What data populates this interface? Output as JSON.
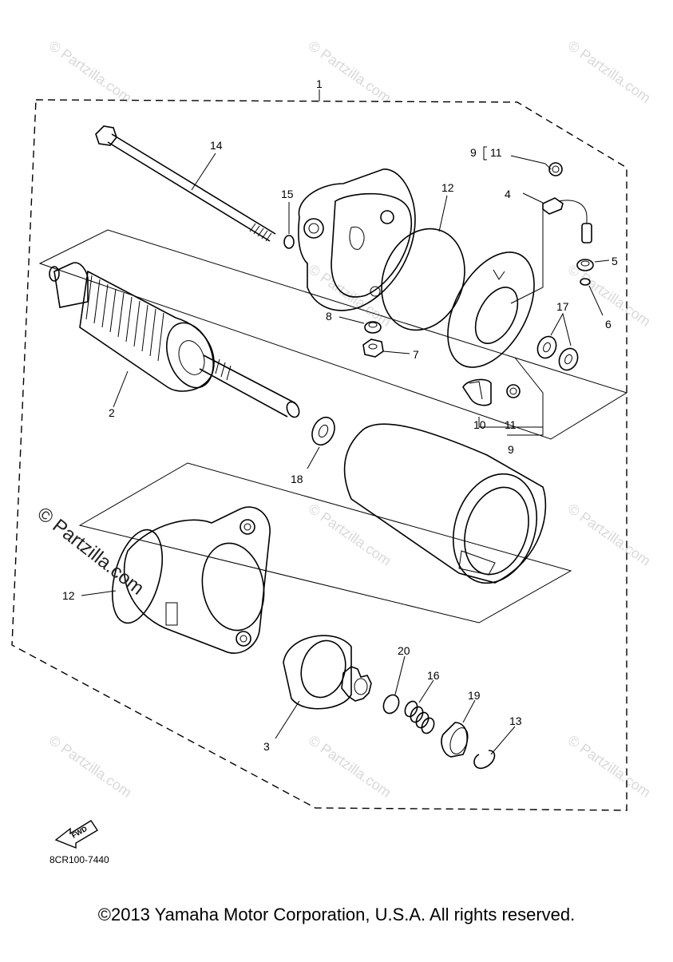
{
  "diagram": {
    "callouts": {
      "c1": "1",
      "c2": "2",
      "c3": "3",
      "c4": "4",
      "c5": "5",
      "c6": "6",
      "c7": "7",
      "c8": "8",
      "c9a": "9",
      "c9b": "9",
      "c10": "10",
      "c11a": "11",
      "c11b": "11",
      "c12a": "12",
      "c12b": "12",
      "c13": "13",
      "c14": "14",
      "c15": "15",
      "c16": "16",
      "c17": "17",
      "c18": "18",
      "c19": "19",
      "c20": "20"
    },
    "fwd_label": "FWD",
    "part_code": "8CR100-7440"
  },
  "watermark": {
    "small": "© Partzilla.com",
    "main": "© Partzilla.com"
  },
  "footer": {
    "copyright": "©2013 Yamaha Motor Corporation, U.S.A. All rights reserved."
  }
}
